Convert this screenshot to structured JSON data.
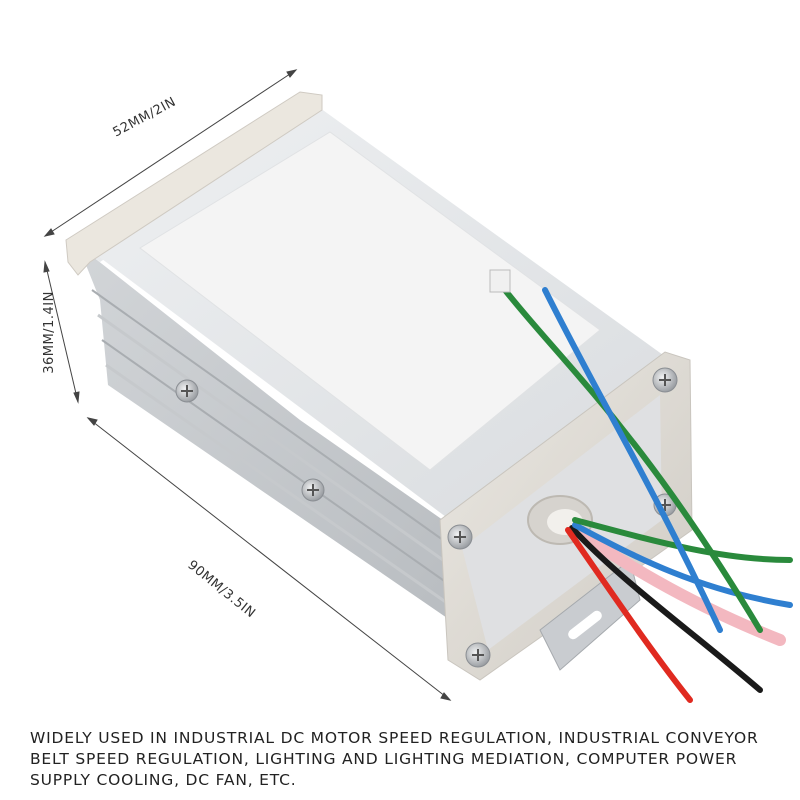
{
  "dimensions": {
    "width_label": "52MM/2IN",
    "height_label": "36MM/1.4IN",
    "length_label": "90MM/3.5IN"
  },
  "caption": "WIDELY USED IN INDUSTRIAL DC MOTOR SPEED REGULATION, INDUSTRIAL CONVEYOR BELT SPEED REGULATION, LIGHTING AND LIGHTING MEDIATION, COMPUTER POWER SUPPLY COOLING, DC FAN, ETC.",
  "wire_colors": [
    "#2a8a3c",
    "#2f7fd0",
    "#e02a20",
    "#1a1a1a",
    "#f3b8c0"
  ],
  "colors": {
    "housing": "#e6e8ea",
    "label": "#f3f3f3",
    "end_cap": "#e8e4dc",
    "screw": "#b0b4b8"
  }
}
